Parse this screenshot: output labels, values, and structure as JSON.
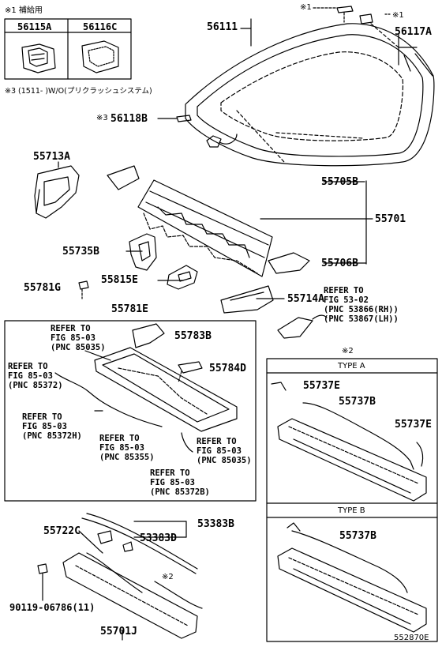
{
  "legend": {
    "note1": "※1 補給用",
    "col1": "56115A",
    "col2": "56116C",
    "note3": "※3 (1511-    )W/O(プリクラッシュシステム)"
  },
  "labels": {
    "p56111": "56111",
    "mark1_top": "※1",
    "mark1_right": "※1",
    "p56117A": "56117A",
    "p56118B": "56118B",
    "mark3": "※3",
    "p55713A": "55713A",
    "p55705B": "55705B",
    "p55701": "55701",
    "p55735B": "55735B",
    "p55706B": "55706B",
    "p55815E": "55815E",
    "p55781G": "55781G",
    "p55714A": "55714A",
    "p55781E": "55781E",
    "p55783B": "55783B",
    "p55784D": "55784D",
    "mark2_right": "※2",
    "p55737E_a": "55737E",
    "p55737B_a": "55737B",
    "p55737E_b": "55737E",
    "p55737B_b": "55737B",
    "p55722C": "55722C",
    "p53383B": "53383B",
    "p53383D": "53383D",
    "mark2_bottom": "※2",
    "p90119": "90119-06786(11)",
    "p55701J": "55701J",
    "figure_id": "552870E"
  },
  "refs": {
    "r5302": [
      "REFER TO",
      "FIG 53-02",
      "(PNC 53866(RH))",
      "(PNC 53867(LH))"
    ],
    "r85035a": [
      "REFER TO",
      "FIG 85-03",
      "(PNC 85035)"
    ],
    "r85372": [
      "REFER TO",
      "FIG 85-03",
      "(PNC 85372)"
    ],
    "r85372h": [
      "REFER TO",
      "FIG 85-03",
      "(PNC 85372H)"
    ],
    "r85355": [
      "REFER TO",
      "FIG 85-03",
      "(PNC 85355)"
    ],
    "r85035b": [
      "REFER TO",
      "FIG 85-03",
      "(PNC 85035)"
    ],
    "r85372b": [
      "REFER TO",
      "FIG 85-03",
      "(PNC 85372B)"
    ]
  },
  "types": {
    "type_a": "TYPE A",
    "type_b": "TYPE B"
  }
}
